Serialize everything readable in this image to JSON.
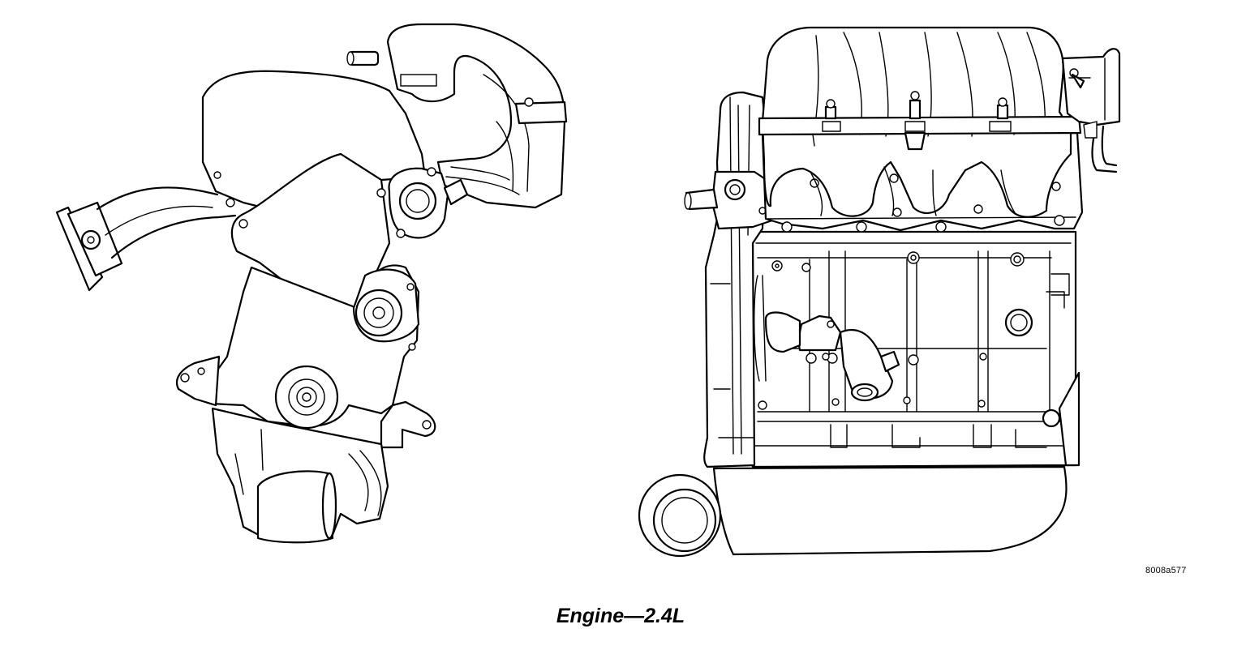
{
  "figure": {
    "caption": "Engine—2.4L",
    "reference_code": "8008a577"
  },
  "views": [
    {
      "id": "end-view"
    },
    {
      "id": "side-view"
    }
  ]
}
